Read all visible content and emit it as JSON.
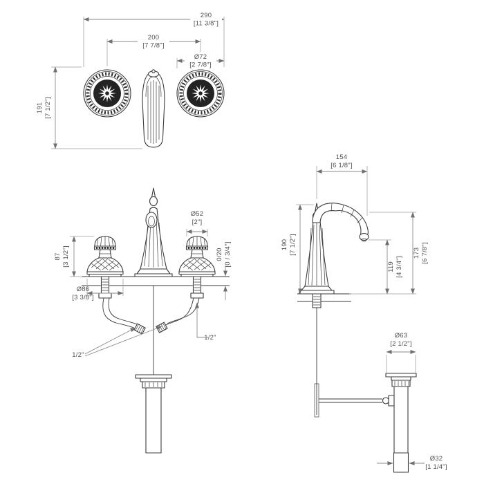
{
  "drawing": {
    "plan": {
      "overall_width_mm": "290",
      "overall_width_in": "[11 3/8\"]",
      "handle_centers_mm": "200",
      "handle_centers_in": "[7 7/8\"]",
      "handle_dia_mm": "Ø72",
      "handle_dia_in": "[2 7/8\"]",
      "depth_mm": "191",
      "depth_in": "[7 1/2\"]"
    },
    "front": {
      "handle_height_mm": "87",
      "handle_height_in": "[3 1/2\"]",
      "handle_base_dia_mm": "Ø86",
      "handle_base_dia_in": "[3 3/8\"]",
      "knob_dia_mm": "Ø52",
      "knob_dia_in": "[2\"]",
      "deck_thickness_mm": "0/20",
      "deck_thickness_in": "[0 / 3/4\"]",
      "supply_connection": "1/2\"",
      "valve_connection": "1/2\""
    },
    "side": {
      "spout_reach_mm": "154",
      "spout_reach_in": "[6 1/8\"]",
      "overall_height_mm": "190",
      "overall_height_in": "[7 1/2\"]",
      "spout_height_mm": "173",
      "spout_height_in": "[6 7/8\"]",
      "outlet_height_mm": "119",
      "outlet_height_in": "[4 3/4\"]"
    },
    "drain": {
      "flange_dia_mm": "Ø63",
      "flange_dia_in": "[2 1/2\"]",
      "tailpiece_dia_mm": "Ø32",
      "tailpiece_dia_in": "[1 1/4\"]"
    },
    "colors": {
      "fixture_line": "#3a3a3a",
      "dimension_line": "#8a8a8a",
      "text": "#4f4f4f",
      "background": "#ffffff"
    }
  }
}
